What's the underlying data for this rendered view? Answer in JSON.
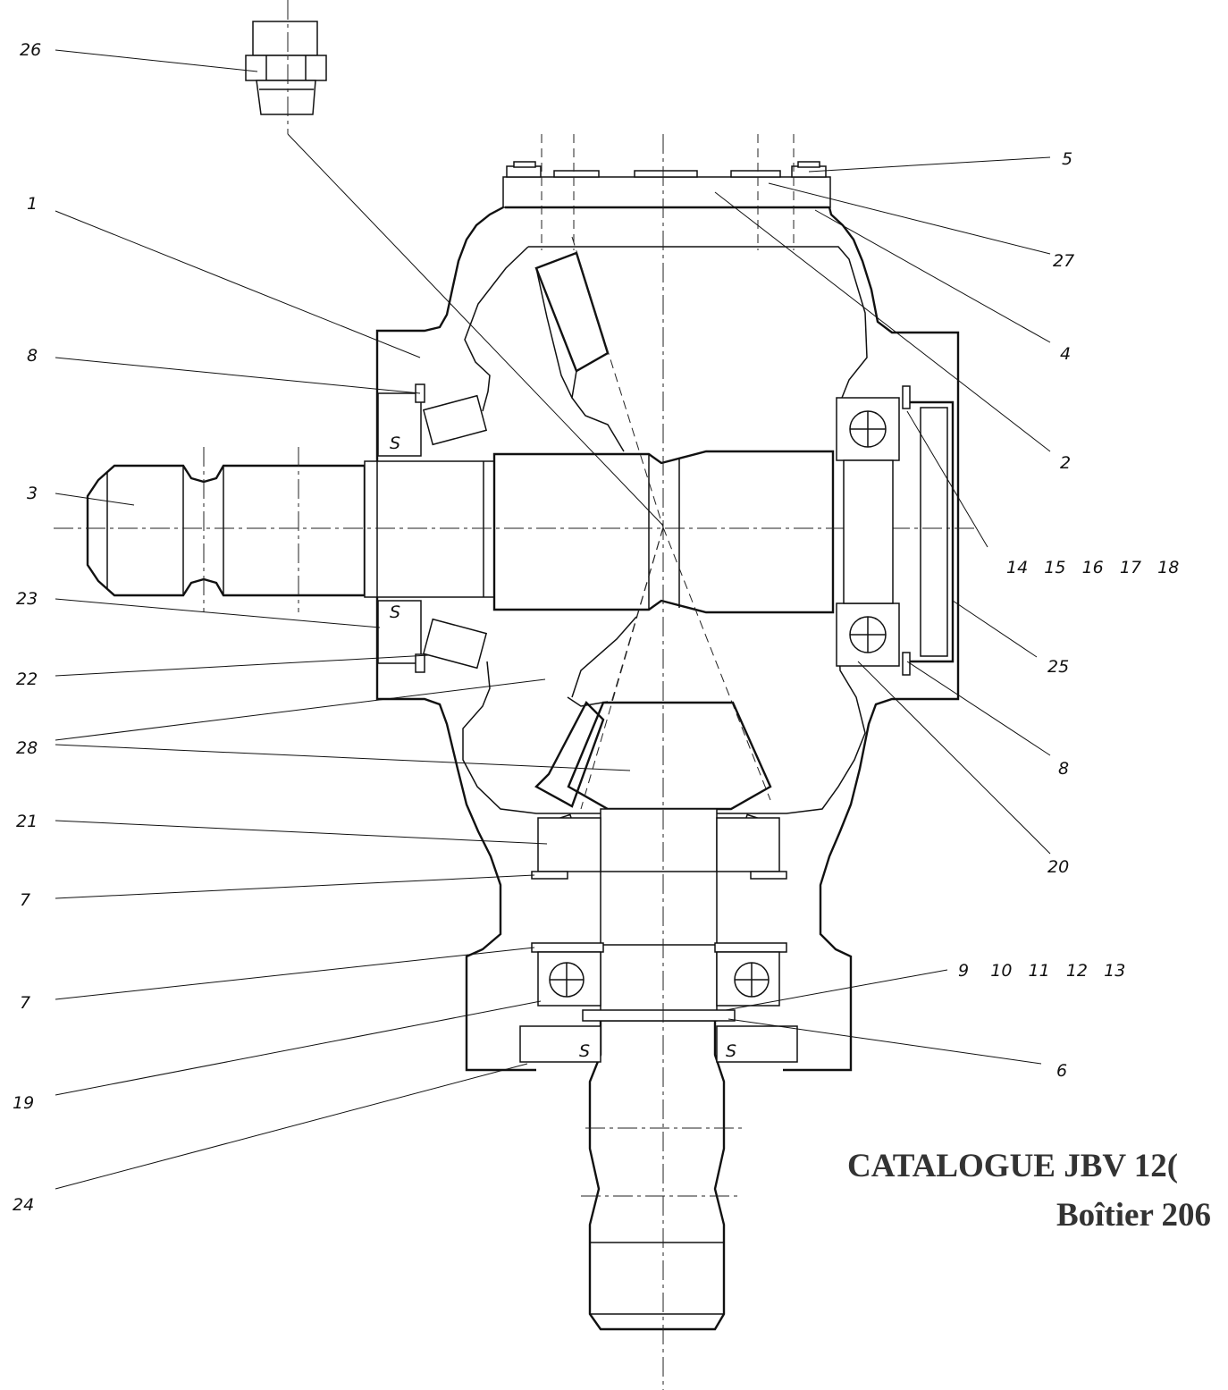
{
  "title": {
    "catalogue": "CATALOGUE JBV 12(",
    "housing": "Boîtier 206"
  },
  "callouts": [
    {
      "id": "c26",
      "text": "26"
    },
    {
      "id": "c1",
      "text": "1"
    },
    {
      "id": "c8a",
      "text": "8"
    },
    {
      "id": "c3",
      "text": "3"
    },
    {
      "id": "c23",
      "text": "23"
    },
    {
      "id": "c22",
      "text": "22"
    },
    {
      "id": "c28",
      "text": "28"
    },
    {
      "id": "c21",
      "text": "21"
    },
    {
      "id": "c7a",
      "text": "7"
    },
    {
      "id": "c7b",
      "text": "7"
    },
    {
      "id": "c19",
      "text": "19"
    },
    {
      "id": "c24",
      "text": "24"
    },
    {
      "id": "c5",
      "text": "5"
    },
    {
      "id": "c27",
      "text": "27"
    },
    {
      "id": "c4",
      "text": "4"
    },
    {
      "id": "c2",
      "text": "2"
    },
    {
      "id": "c14_18",
      "text": "14   15   16   17   18"
    },
    {
      "id": "c25",
      "text": "25"
    },
    {
      "id": "c8b",
      "text": "8"
    },
    {
      "id": "c20",
      "text": "20"
    },
    {
      "id": "c9_13",
      "text": "9    10   11   12   13"
    },
    {
      "id": "c6",
      "text": "6"
    }
  ]
}
